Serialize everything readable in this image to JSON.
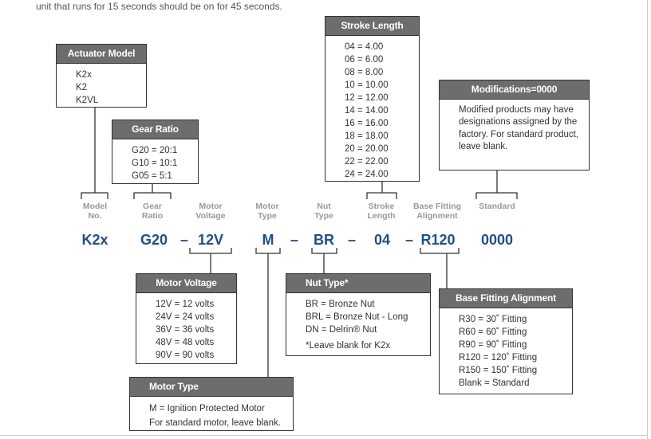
{
  "intro_text": "unit that runs for 15 seconds should be on for 45 seconds.",
  "boxes": {
    "actuator_model": {
      "title": "Actuator Model",
      "items": [
        "K2x",
        "K2",
        "K2VL"
      ]
    },
    "gear_ratio": {
      "title": "Gear Ratio",
      "items": [
        "G20 = 20:1",
        "G10 = 10:1",
        "G05 = 5:1"
      ]
    },
    "stroke_length": {
      "title": "Stroke Length",
      "items": [
        "04 = 4.00",
        "06 = 6.00",
        "08 = 8.00",
        "10 = 10.00",
        "12 = 12.00",
        "14 = 14.00",
        "16 = 16.00",
        "18 = 18.00",
        "20 = 20.00",
        "22 = 22.00",
        "24 = 24.00"
      ]
    },
    "modifications": {
      "title": "Modifications=0000",
      "text": "Modified products may have designations assigned by the factory. For standard product, leave blank."
    },
    "motor_voltage": {
      "title": "Motor Voltage",
      "items": [
        "12V = 12 volts",
        "24V = 24 volts",
        "36V = 36 volts",
        "48V = 48 volts",
        "90V = 90 volts"
      ]
    },
    "nut_type": {
      "title": "Nut Type*",
      "items": [
        "BR = Bronze Nut",
        "BRL = Bronze Nut - Long",
        "DN = Delrin® Nut"
      ],
      "note": "*Leave blank for K2x"
    },
    "base_fitting": {
      "title": "Base Fitting Alignment",
      "items": [
        "R30 = 30˚ Fitting",
        "R60 = 60˚ Fitting",
        "R90 = 90˚ Fitting",
        "R120 = 120˚ Fitting",
        "R150 = 150˚ Fitting",
        "Blank = Standard"
      ]
    },
    "motor_type": {
      "title": "Motor Type",
      "items": [
        "M = Ignition Protected Motor",
        "For standard motor, leave blank."
      ]
    }
  },
  "labels": [
    [
      "Model",
      "No."
    ],
    [
      "Gear",
      "Ratio"
    ],
    [
      "Motor",
      "Voltage"
    ],
    [
      "Motor",
      "Type"
    ],
    [
      "Nut",
      "Type"
    ],
    [
      "Stroke",
      "Length"
    ],
    [
      "Base Fitting",
      "Alignment"
    ],
    [
      "Standard",
      ""
    ]
  ],
  "codes": [
    "K2x",
    "G20",
    "12V",
    "M",
    "BR",
    "04",
    "R120",
    "0000"
  ],
  "separator": "–",
  "colors": {
    "code": "#1f4e8f",
    "header_bg": "#6d6d6d",
    "label": "#999999"
  }
}
